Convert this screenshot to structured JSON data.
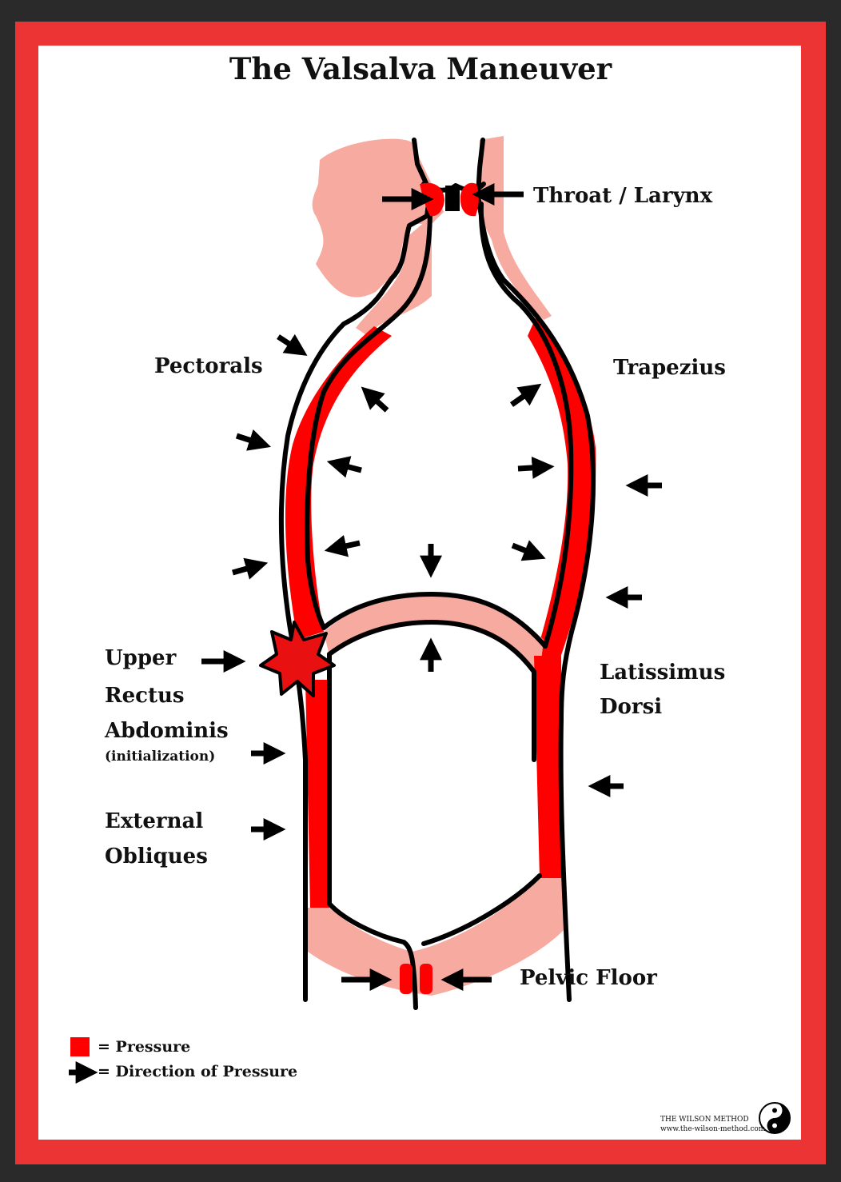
{
  "title": "The Valsalva Maneuver",
  "labels": {
    "throat": "Throat / Larynx",
    "pectorals": "Pectorals",
    "trapezius": "Trapezius",
    "upper_line1": "Upper",
    "upper_line2": "Rectus",
    "upper_line3": "Abdominis",
    "upper_note": "(initialization)",
    "latissimus_line1": "Latissimus",
    "latissimus_line2": "Dorsi",
    "external_line1": "External",
    "external_line2": "Obliques",
    "pelvic": "Pelvic Floor"
  },
  "legend": {
    "pressure": "= Pressure",
    "direction": "= Direction of Pressure"
  },
  "brand": {
    "name": "THE WILSON METHOD",
    "url": "www.the-wilson-method.com"
  },
  "colors": {
    "frame": "#ec3434",
    "pressure": "#ff0000",
    "tissue": "#f7aaa0",
    "outline": "#000000"
  }
}
